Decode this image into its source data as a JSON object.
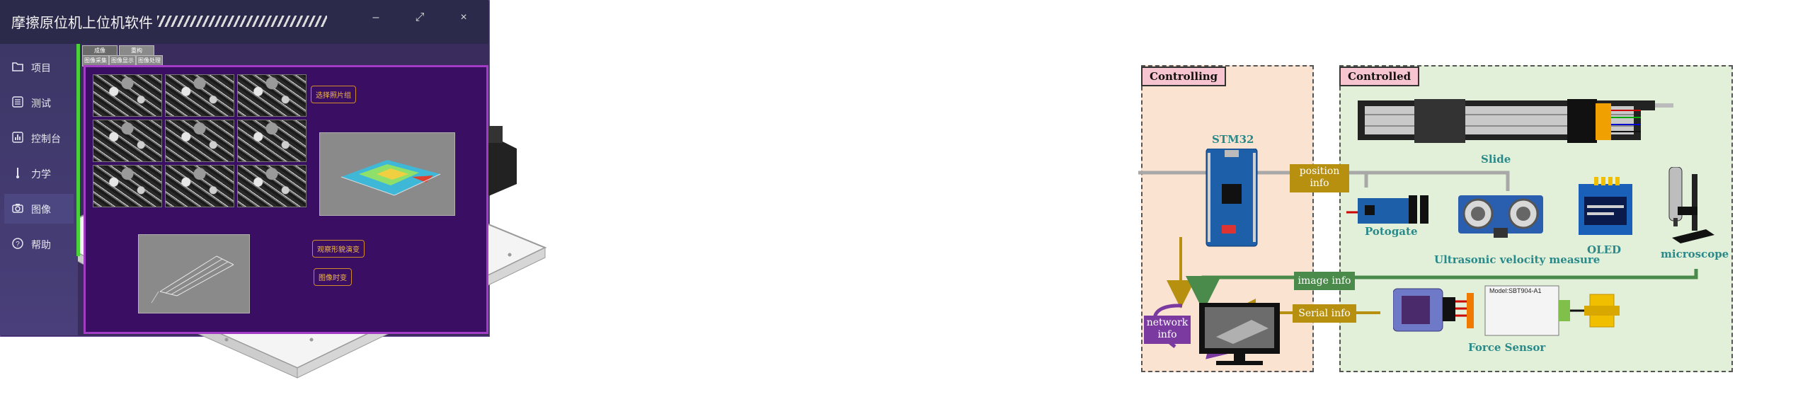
{
  "software": {
    "title": "摩擦原位机上位机软件",
    "window_controls": [
      "–",
      "⤢",
      "×"
    ],
    "sidebar": [
      {
        "icon": "folder-icon",
        "label": "项目"
      },
      {
        "icon": "checklist-icon",
        "label": "测试"
      },
      {
        "icon": "chart-icon",
        "label": "控制台"
      },
      {
        "icon": "probe-icon",
        "label": "力学"
      },
      {
        "icon": "camera-icon",
        "label": "图像",
        "active": true
      },
      {
        "icon": "help-icon",
        "label": "帮助"
      }
    ],
    "top_tabs": [
      "成像",
      "重构"
    ],
    "sub_tabs": [
      "图像采集",
      "图像显示",
      "图像处理"
    ],
    "buttons": {
      "select_photos": "选择照片组",
      "surface_demo": "观察形貌演变",
      "image_time": "图像时变"
    }
  },
  "diagram": {
    "controlling_label": "Controlling",
    "controlled_label": "Controlled",
    "colors": {
      "controlling_bg": "#fbe3d2",
      "controlled_bg": "#e2f0d9",
      "info_gold": "#b8900f",
      "network_purple": "#7a3aa0",
      "image_green": "#4a8a4a",
      "label_teal": "#2a8a8a"
    },
    "components": {
      "stm32": "STM32",
      "slide": "Slide",
      "potogate": "Potogate",
      "ultrasonic": "Ultrasonic velocity measure",
      "oled": "OLED",
      "microscope": "microscope",
      "force_sensor": "Force Sensor"
    },
    "flows": {
      "position_info": [
        "position",
        "info"
      ],
      "image_info": "image info",
      "serial_info": "Serial info",
      "network_info": [
        "network",
        "info"
      ]
    },
    "force_sensor_model": "Model:SBT904-A1"
  }
}
